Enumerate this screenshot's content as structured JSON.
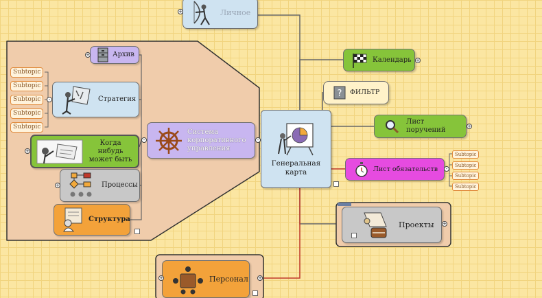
{
  "map": {
    "central": "Генеральная карта",
    "top_personal": "Личное",
    "calendar": "Календарь",
    "filter": "ФИЛЬТР",
    "instructions": "Лист поручений",
    "obligations": "Лист обязательств",
    "projects": "Проекты",
    "personnel": "Персонал",
    "system": "Система корпоративного управления",
    "archive": "Архив",
    "strategy": "Стратегия",
    "someday": "Когда нибудь может быть",
    "processes": "Процессы",
    "structure": "Структура",
    "subtopic": "Subtopic"
  },
  "colors": {
    "background": "#fbe6a2",
    "central": "#cfe3f1",
    "green": "#86c43a",
    "violet": "#c8b6f0",
    "magenta": "#e64be0",
    "orange": "#f3a23a",
    "gray": "#c8c8c8",
    "boundary": "#f0ccab"
  },
  "icons": {
    "central": "presentation-chart-icon",
    "top_personal": "archer-icon",
    "calendar": "checkered-flag-icon",
    "filter": "question-icon",
    "instructions": "magnifier-icon",
    "obligations": "stopwatch-icon",
    "projects": "blueprint-icon",
    "personnel": "meeting-table-icon",
    "system": "ship-wheel-icon",
    "archive": "cabinet-icon",
    "strategy": "chess-icon",
    "someday": "dreamer-icon",
    "processes": "flowchart-icon",
    "structure": "org-chart-icon"
  }
}
